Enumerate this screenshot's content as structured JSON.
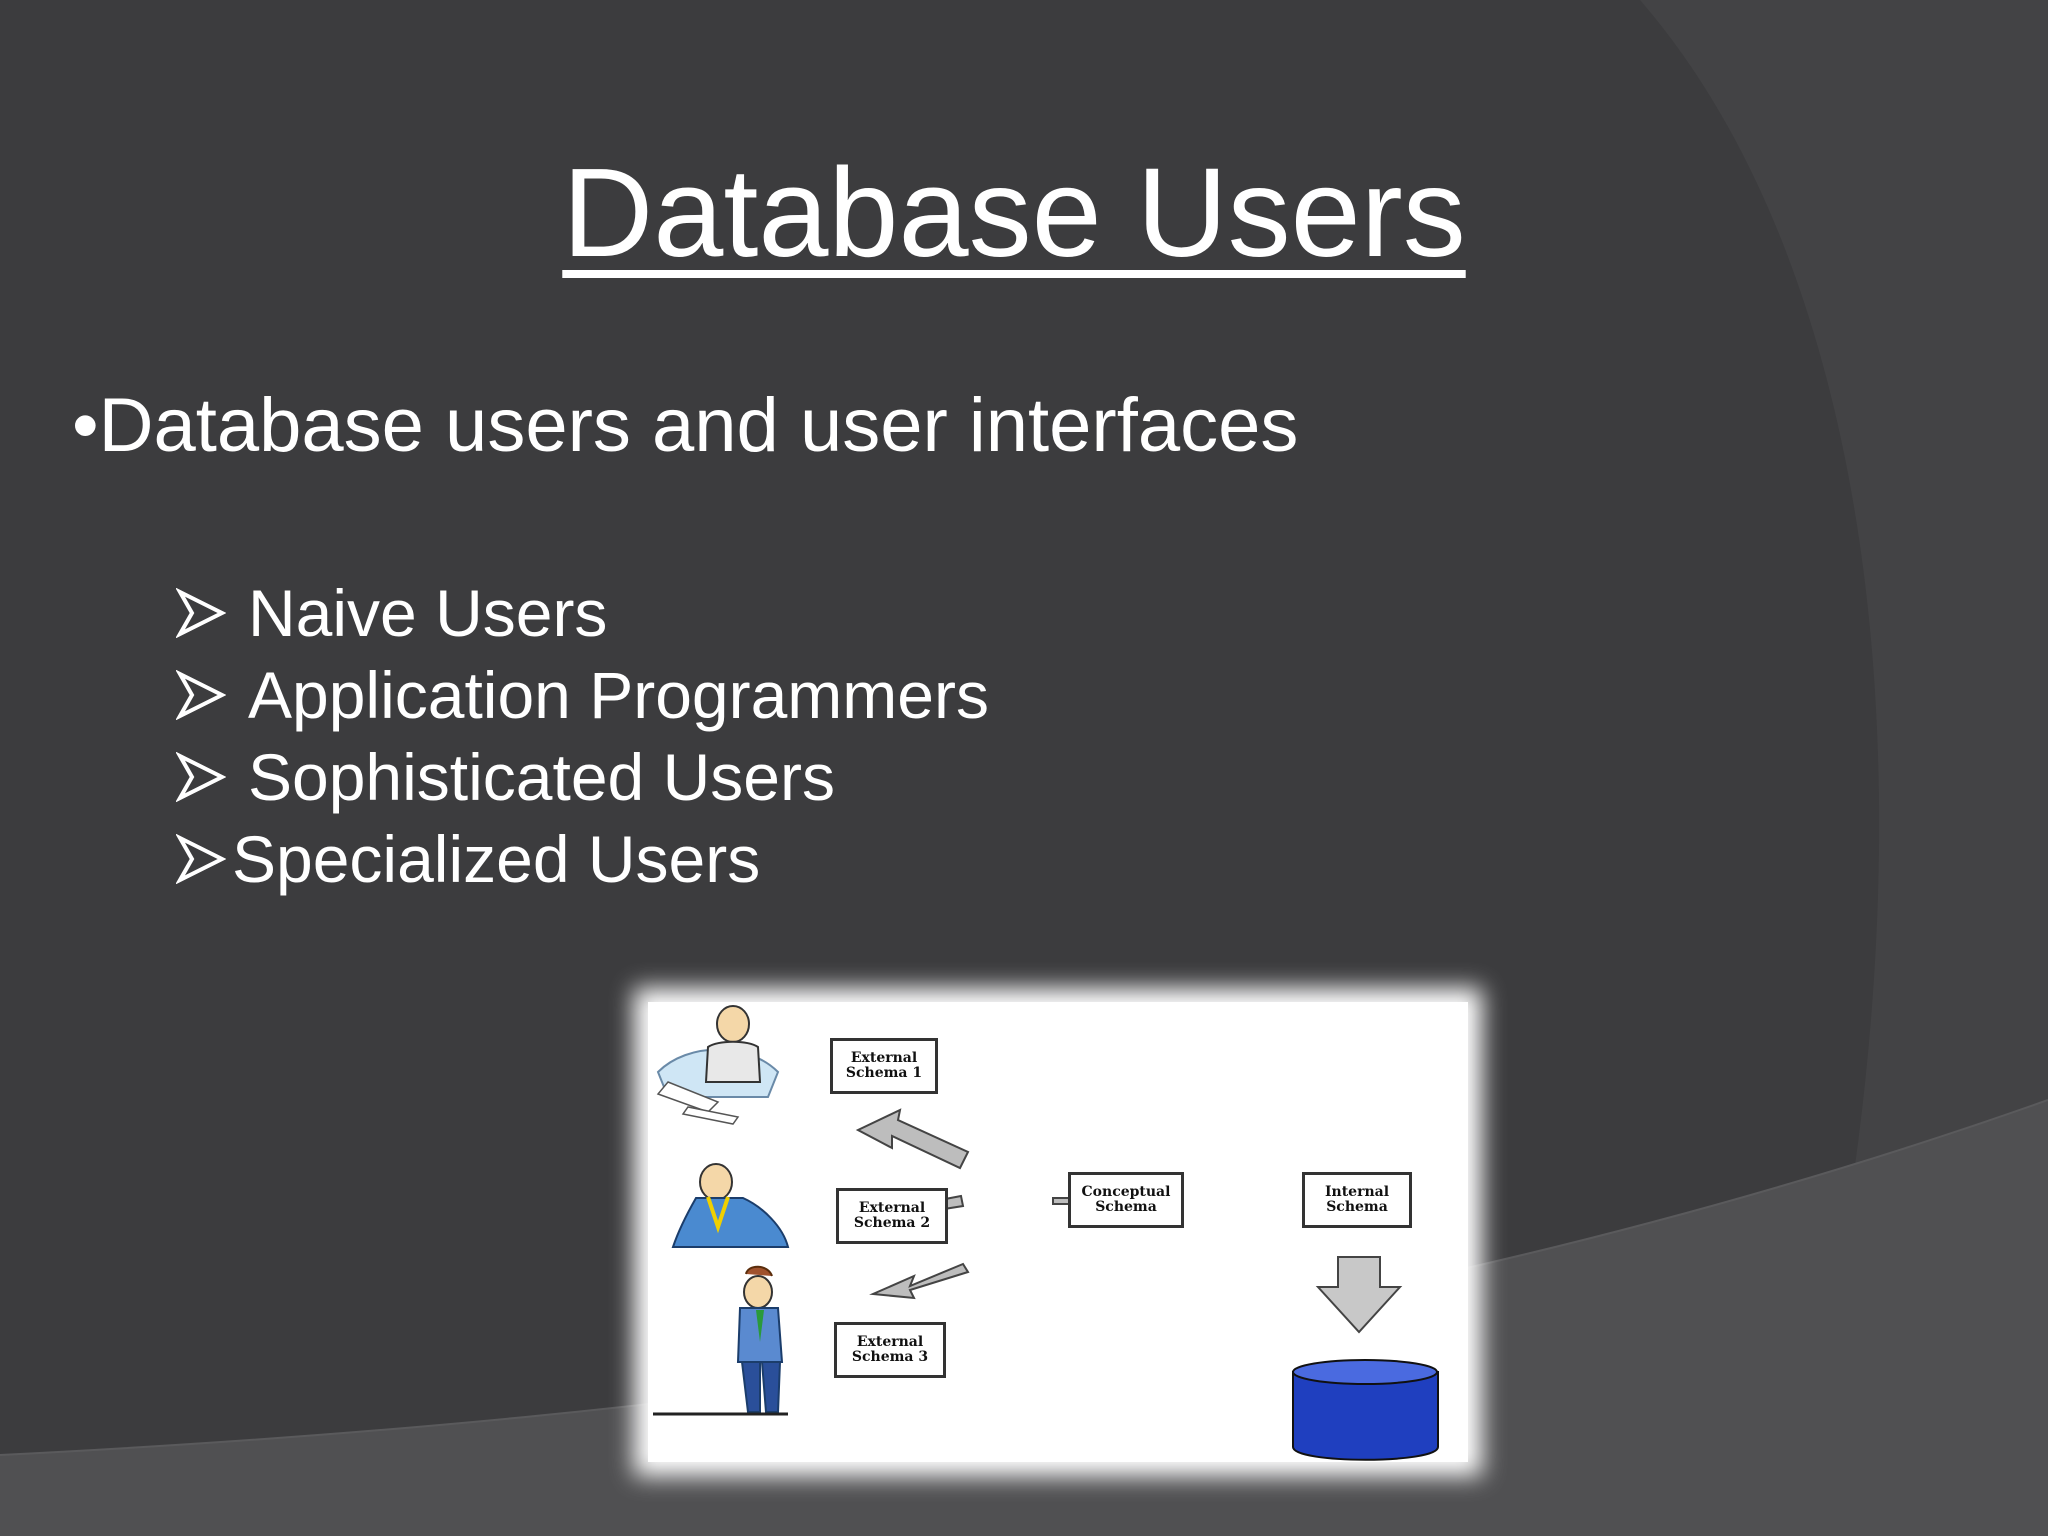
{
  "slide": {
    "title": "Database Users",
    "bullet": "•Database users and user interfaces",
    "items": [
      {
        "label": "Naive Users"
      },
      {
        "label": "Application Programmers"
      },
      {
        "label": "Sophisticated Users"
      },
      {
        "label": "Specialized Users"
      }
    ],
    "bullet_arrow_icon": "arrowhead-bullet-icon"
  },
  "diagram": {
    "external_schema_1": "External Schema 1",
    "external_schema_2": "External Schema 2",
    "external_schema_3": "External Schema 3",
    "conceptual_schema": "Conceptual Schema",
    "internal_schema": "Internal Schema"
  },
  "colors": {
    "background": "#3c3c3e",
    "text": "#ffffff",
    "database": "#1f3fbf"
  }
}
